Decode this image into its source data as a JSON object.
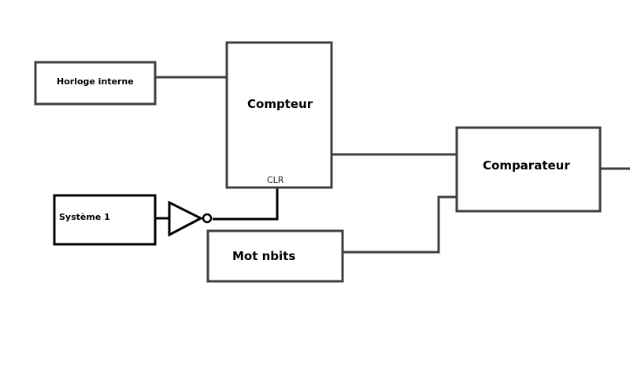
{
  "diagram": {
    "blocks": {
      "horloge": {
        "label": "Horloge interne"
      },
      "compteur": {
        "label": "Compteur",
        "port_clr": "CLR"
      },
      "systeme": {
        "label": "Système 1"
      },
      "mot": {
        "label": "Mot nbits"
      },
      "comparateur": {
        "label": "Comparateur"
      }
    },
    "gates": {
      "inverter": {
        "type": "NOT"
      }
    },
    "connections": [
      {
        "from": "horloge",
        "to": "compteur"
      },
      {
        "from": "systeme",
        "to": "inverter"
      },
      {
        "from": "inverter",
        "to": "compteur.CLR"
      },
      {
        "from": "compteur",
        "to": "comparateur"
      },
      {
        "from": "mot",
        "to": "comparateur"
      },
      {
        "from": "comparateur",
        "to": "output"
      }
    ]
  }
}
